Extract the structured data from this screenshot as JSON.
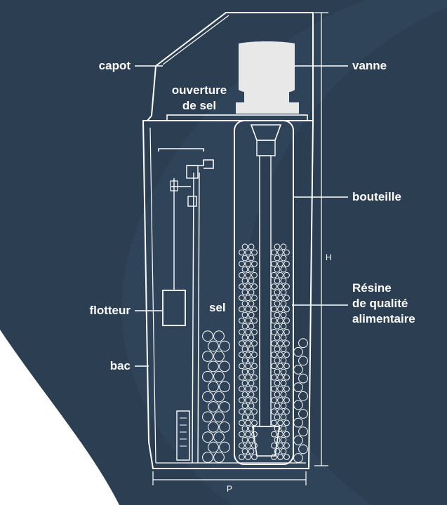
{
  "labels": {
    "capot": "capot",
    "ouverture_line1": "ouverture",
    "ouverture_line2": "de sel",
    "vanne": "vanne",
    "bouteille": "bouteille",
    "resine_line1": "Résine",
    "resine_line2": "de qualité",
    "resine_line3": "alimentaire",
    "flotteur": "flotteur",
    "sel": "sel",
    "bac": "bac"
  },
  "dimensions": {
    "height": "H",
    "depth": "P"
  },
  "colors": {
    "background": "#2b3e52",
    "line": "#ffffff",
    "fill_light": "#e8e8e8"
  }
}
